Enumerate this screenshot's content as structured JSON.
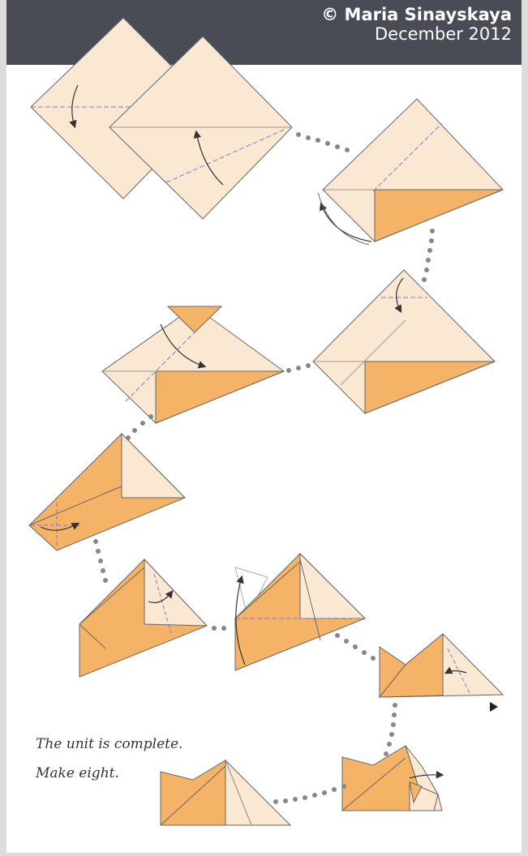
{
  "header": {
    "author": "© Maria Sinayskaya",
    "date": "December 2012"
  },
  "note": {
    "line1": "The unit is complete.",
    "line2": "Make eight."
  },
  "colors": {
    "header_bg": "#4a4c55",
    "paper_light": "#fbe8d3",
    "paper_orange": "#f4b366",
    "outline": "#666666",
    "fold_line": "#7b7fc4",
    "dots": "#888888"
  }
}
